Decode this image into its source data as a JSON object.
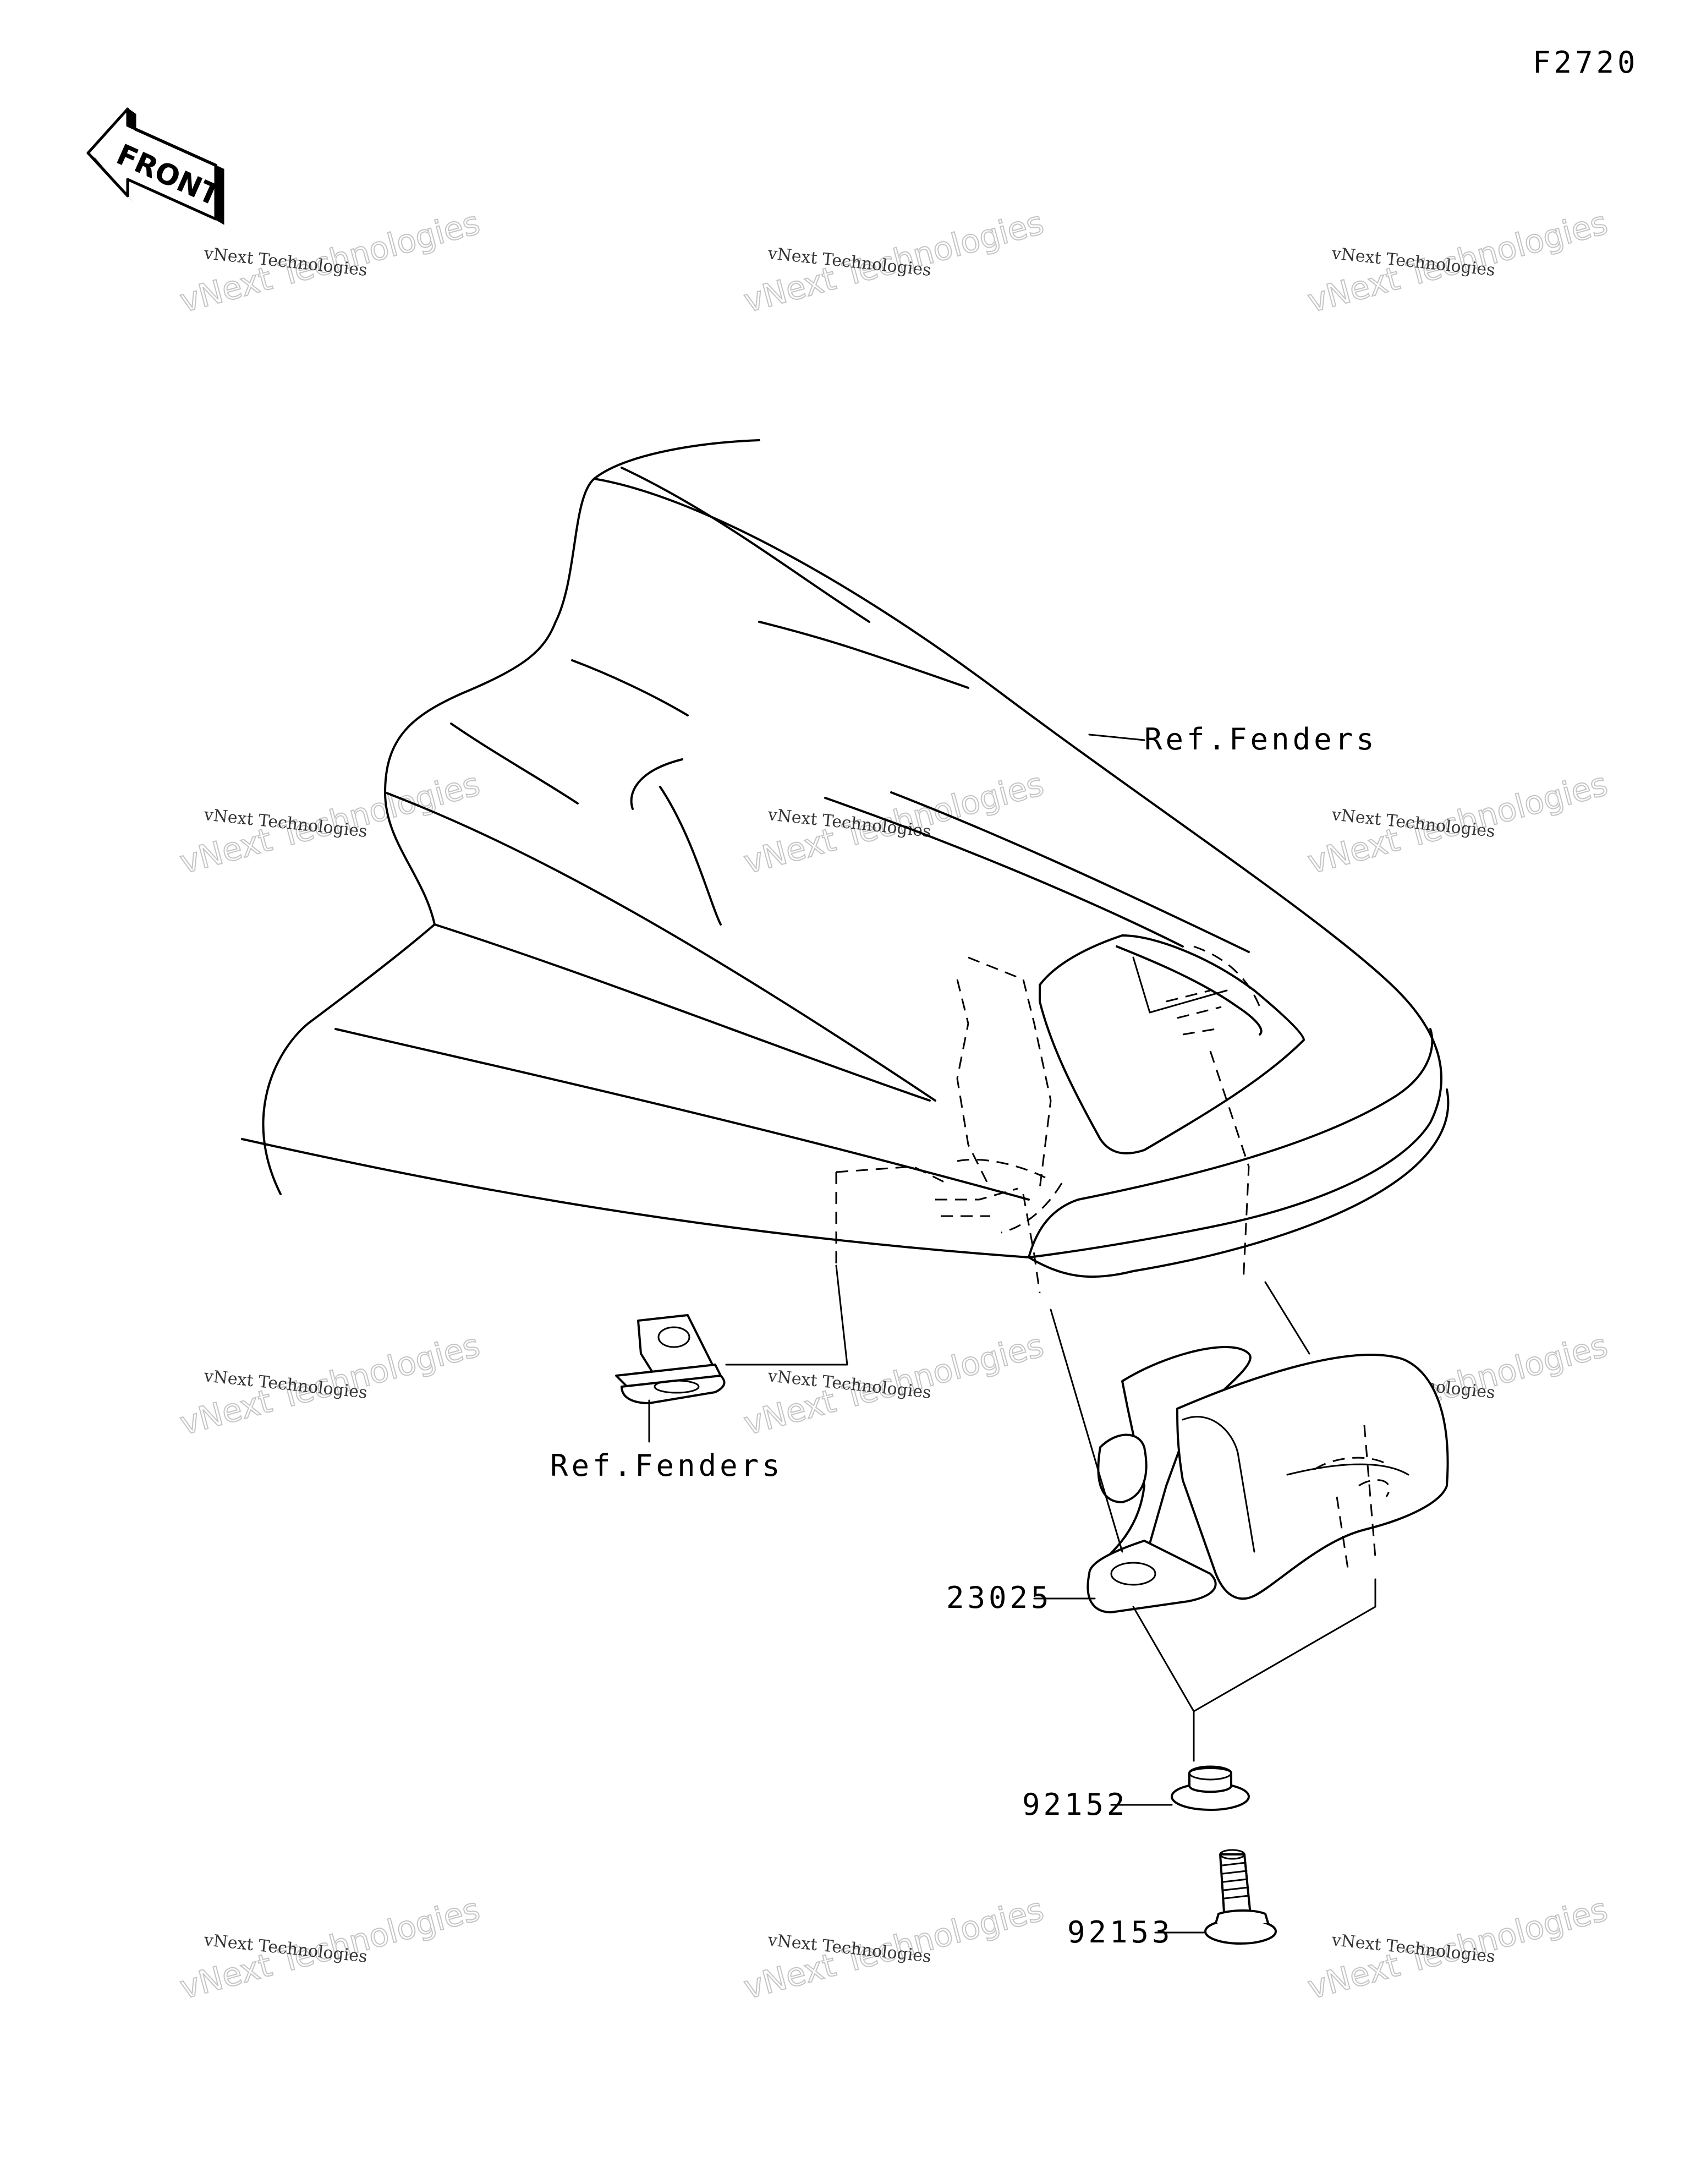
{
  "figure_code": "F2720",
  "front_badge": {
    "text": "FRONT",
    "icon": "front-arrow-icon"
  },
  "parts": [
    {
      "part_number": "23025"
    },
    {
      "part_number": "92152"
    },
    {
      "part_number": "92153"
    }
  ],
  "references": [
    {
      "text": "Ref.Fenders"
    },
    {
      "text": "Ref.Fenders"
    }
  ],
  "watermark": {
    "line1": "vNext Technologies",
    "line2": "vNext Technologies"
  }
}
